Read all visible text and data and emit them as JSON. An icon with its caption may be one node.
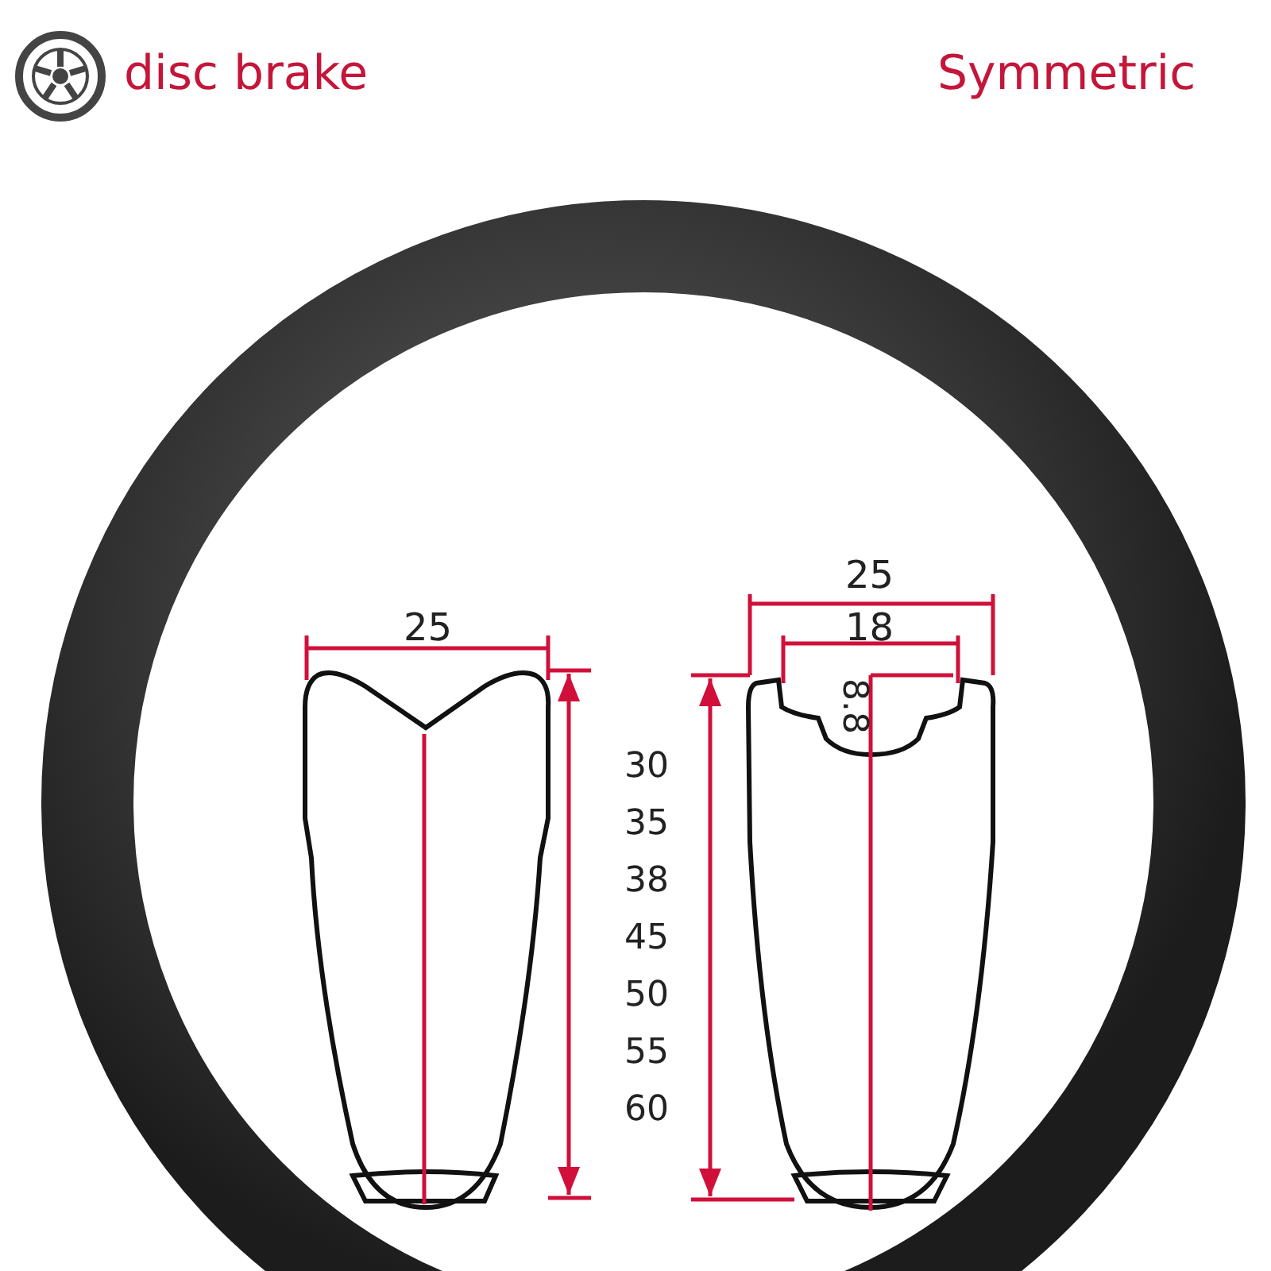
{
  "diagram": {
    "labels": [
      "disc brake",
      "Symmetric",
      "25",
      "25",
      "18",
      "8.8",
      "30",
      "35",
      "38",
      "45",
      "50",
      "55",
      "60"
    ]
  }
}
